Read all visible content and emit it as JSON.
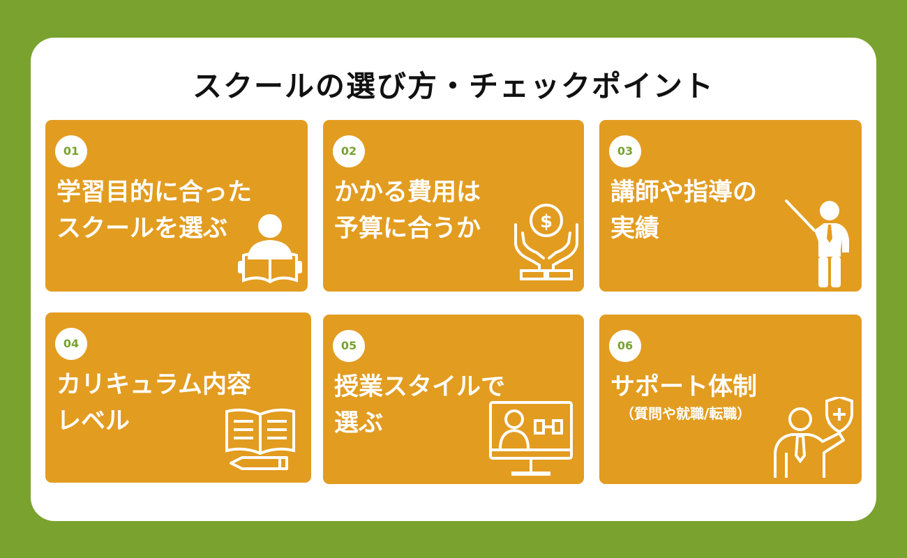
{
  "title": "スクールの選び方・チェックポイント",
  "colors": {
    "background": "#79a22f",
    "card": "#e29c20",
    "badge_text": "#79a22f",
    "panel": "#ffffff"
  },
  "cards": [
    {
      "number": "01",
      "lines": [
        "学習目的に合った",
        "スクールを選ぶ"
      ],
      "icon": "person-reading-book-icon"
    },
    {
      "number": "02",
      "lines": [
        "かかる費用は",
        "予算に合うか"
      ],
      "icon": "hands-holding-dollar-coin-icon"
    },
    {
      "number": "03",
      "lines": [
        "講師や指導の",
        "実績"
      ],
      "icon": "teacher-with-pointer-icon"
    },
    {
      "number": "04",
      "lines": [
        "カリキュラム内容",
        "レベル"
      ],
      "icon": "open-book-pencil-icon"
    },
    {
      "number": "05",
      "lines": [
        "授業スタイルで",
        "選ぶ"
      ],
      "icon": "online-lesson-monitor-icon"
    },
    {
      "number": "06",
      "lines": [
        "サポート体制"
      ],
      "sub": "（質問や就職/転職）",
      "icon": "support-person-shield-icon"
    }
  ]
}
